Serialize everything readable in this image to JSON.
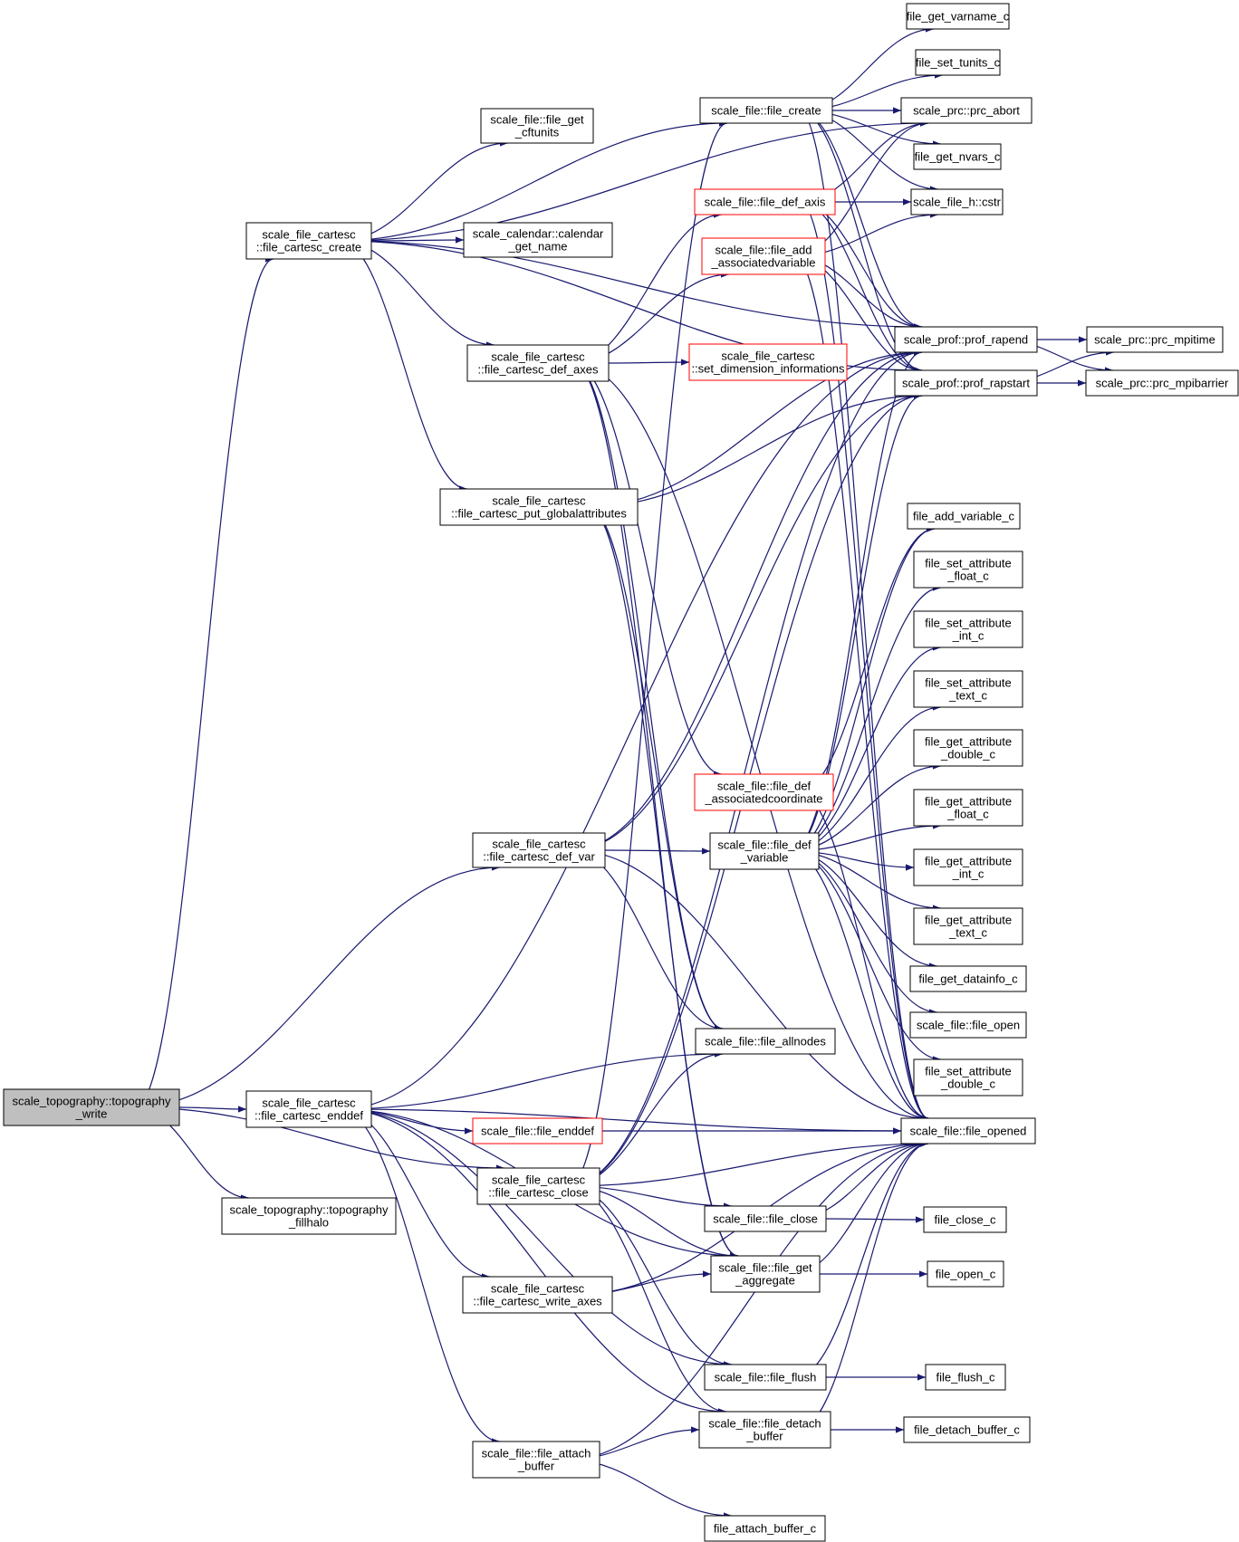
{
  "colors": {
    "edge": "#191970",
    "node_border": "#000000",
    "node_border_red": "#ff0000",
    "root_fill": "#bfbfbf",
    "node_fill": "#ffffff"
  },
  "nodes": [
    {
      "id": "root",
      "lines": [
        "scale_topography::topography",
        "_write"
      ],
      "style": "root"
    },
    {
      "id": "fc_create",
      "lines": [
        "scale_file_cartesc",
        "::file_cartesc_create"
      ]
    },
    {
      "id": "fc_enddef",
      "lines": [
        "scale_file_cartesc",
        "::file_cartesc_enddef"
      ]
    },
    {
      "id": "topo_fillhalo",
      "lines": [
        "scale_topography::topography",
        "_fillhalo"
      ]
    },
    {
      "id": "cftunits",
      "lines": [
        "scale_file::file_get",
        "_cftunits"
      ]
    },
    {
      "id": "cal_name",
      "lines": [
        "scale_calendar::calendar",
        "_get_name"
      ]
    },
    {
      "id": "def_axes",
      "lines": [
        "scale_file_cartesc",
        "::file_cartesc_def_axes"
      ]
    },
    {
      "id": "put_global",
      "lines": [
        "scale_file_cartesc",
        "::file_cartesc_put_globalattributes"
      ]
    },
    {
      "id": "def_var",
      "lines": [
        "scale_file_cartesc",
        "::file_cartesc_def_var"
      ]
    },
    {
      "id": "fc_close",
      "lines": [
        "scale_file_cartesc",
        "::file_cartesc_close"
      ]
    },
    {
      "id": "write_axes",
      "lines": [
        "scale_file_cartesc",
        "::file_cartesc_write_axes"
      ]
    },
    {
      "id": "attach_buffer",
      "lines": [
        "scale_file::file_attach",
        "_buffer"
      ]
    },
    {
      "id": "file_create",
      "lines": [
        "scale_file::file_create"
      ]
    },
    {
      "id": "def_axis",
      "lines": [
        "scale_file::file_def_axis"
      ],
      "style": "red"
    },
    {
      "id": "add_assoc",
      "lines": [
        "scale_file::file_add",
        "_associatedvariable"
      ],
      "style": "red"
    },
    {
      "id": "set_dim",
      "lines": [
        "scale_file_cartesc",
        "::set_dimension_informations"
      ],
      "style": "red"
    },
    {
      "id": "def_assoc_coord",
      "lines": [
        "scale_file::file_def",
        "_associatedcoordinate"
      ],
      "style": "red"
    },
    {
      "id": "def_variable",
      "lines": [
        "scale_file::file_def",
        "_variable"
      ]
    },
    {
      "id": "allnodes",
      "lines": [
        "scale_file::file_allnodes"
      ]
    },
    {
      "id": "file_enddef",
      "lines": [
        "scale_file::file_enddef"
      ],
      "style": "red"
    },
    {
      "id": "file_close",
      "lines": [
        "scale_file::file_close"
      ]
    },
    {
      "id": "get_aggregate",
      "lines": [
        "scale_file::file_get",
        "_aggregate"
      ]
    },
    {
      "id": "file_flush",
      "lines": [
        "scale_file::file_flush"
      ]
    },
    {
      "id": "detach_buffer",
      "lines": [
        "scale_file::file_detach",
        "_buffer"
      ]
    },
    {
      "id": "attach_buffer_c",
      "lines": [
        "file_attach_buffer_c"
      ]
    },
    {
      "id": "get_varname_c",
      "lines": [
        "file_get_varname_c"
      ]
    },
    {
      "id": "set_tunits_c",
      "lines": [
        "file_set_tunits_c"
      ]
    },
    {
      "id": "prc_abort",
      "lines": [
        "scale_prc::prc_abort"
      ]
    },
    {
      "id": "get_nvars_c",
      "lines": [
        "file_get_nvars_c"
      ]
    },
    {
      "id": "cstr",
      "lines": [
        "scale_file_h::cstr"
      ]
    },
    {
      "id": "prof_rapend",
      "lines": [
        "scale_prof::prof_rapend"
      ]
    },
    {
      "id": "prof_rapstart",
      "lines": [
        "scale_prof::prof_rapstart"
      ]
    },
    {
      "id": "add_variable_c",
      "lines": [
        "file_add_variable_c"
      ]
    },
    {
      "id": "set_attr_float_c",
      "lines": [
        "file_set_attribute",
        "_float_c"
      ]
    },
    {
      "id": "set_attr_int_c",
      "lines": [
        "file_set_attribute",
        "_int_c"
      ]
    },
    {
      "id": "set_attr_text_c",
      "lines": [
        "file_set_attribute",
        "_text_c"
      ]
    },
    {
      "id": "get_attr_double_c",
      "lines": [
        "file_get_attribute",
        "_double_c"
      ]
    },
    {
      "id": "get_attr_float_c",
      "lines": [
        "file_get_attribute",
        "_float_c"
      ]
    },
    {
      "id": "get_attr_int_c",
      "lines": [
        "file_get_attribute",
        "_int_c"
      ]
    },
    {
      "id": "get_attr_text_c",
      "lines": [
        "file_get_attribute",
        "_text_c"
      ]
    },
    {
      "id": "get_datainfo_c",
      "lines": [
        "file_get_datainfo_c"
      ]
    },
    {
      "id": "file_open",
      "lines": [
        "scale_file::file_open"
      ]
    },
    {
      "id": "set_attr_double_c",
      "lines": [
        "file_set_attribute",
        "_double_c"
      ]
    },
    {
      "id": "file_opened",
      "lines": [
        "scale_file::file_opened"
      ]
    },
    {
      "id": "close_c",
      "lines": [
        "file_close_c"
      ]
    },
    {
      "id": "open_c",
      "lines": [
        "file_open_c"
      ]
    },
    {
      "id": "flush_c",
      "lines": [
        "file_flush_c"
      ]
    },
    {
      "id": "detach_buffer_c",
      "lines": [
        "file_detach_buffer_c"
      ]
    },
    {
      "id": "prc_mpitime",
      "lines": [
        "scale_prc::prc_mpitime"
      ]
    },
    {
      "id": "prc_mpibarrier",
      "lines": [
        "scale_prc::prc_mpibarrier"
      ]
    }
  ],
  "edges": [
    [
      "root",
      "fc_create"
    ],
    [
      "root",
      "def_var"
    ],
    [
      "root",
      "fc_enddef"
    ],
    [
      "root",
      "fc_close"
    ],
    [
      "root",
      "topo_fillhalo"
    ],
    [
      "fc_create",
      "cftunits"
    ],
    [
      "fc_create",
      "cal_name"
    ],
    [
      "fc_create",
      "def_axes"
    ],
    [
      "fc_create",
      "put_global"
    ],
    [
      "fc_create",
      "file_create"
    ],
    [
      "fc_create",
      "prc_abort"
    ],
    [
      "fc_create",
      "prof_rapend"
    ],
    [
      "fc_create",
      "prof_rapstart"
    ],
    [
      "def_axes",
      "def_axis"
    ],
    [
      "def_axes",
      "add_assoc"
    ],
    [
      "def_axes",
      "set_dim"
    ],
    [
      "def_axes",
      "def_assoc_coord"
    ],
    [
      "def_axes",
      "allnodes"
    ],
    [
      "def_axes",
      "file_opened"
    ],
    [
      "def_axes",
      "get_aggregate"
    ],
    [
      "put_global",
      "prof_rapend"
    ],
    [
      "put_global",
      "prof_rapstart"
    ],
    [
      "put_global",
      "allnodes"
    ],
    [
      "put_global",
      "get_aggregate"
    ],
    [
      "def_var",
      "def_variable"
    ],
    [
      "def_var",
      "prof_rapend"
    ],
    [
      "def_var",
      "prof_rapstart"
    ],
    [
      "def_var",
      "allnodes"
    ],
    [
      "def_var",
      "file_opened"
    ],
    [
      "fc_enddef",
      "prof_rapend"
    ],
    [
      "fc_enddef",
      "allnodes"
    ],
    [
      "fc_enddef",
      "file_opened"
    ],
    [
      "fc_enddef",
      "file_enddef"
    ],
    [
      "fc_enddef",
      "get_aggregate"
    ],
    [
      "fc_enddef",
      "write_axes"
    ],
    [
      "fc_enddef",
      "file_flush"
    ],
    [
      "fc_enddef",
      "attach_buffer"
    ],
    [
      "fc_enddef",
      "detach_buffer"
    ],
    [
      "fc_close",
      "file_create"
    ],
    [
      "fc_close",
      "allnodes"
    ],
    [
      "fc_close",
      "file_opened"
    ],
    [
      "fc_close",
      "file_close"
    ],
    [
      "fc_close",
      "get_aggregate"
    ],
    [
      "fc_close",
      "file_flush"
    ],
    [
      "fc_close",
      "detach_buffer"
    ],
    [
      "fc_close",
      "prof_rapend"
    ],
    [
      "fc_close",
      "prof_rapstart"
    ],
    [
      "write_axes",
      "get_aggregate"
    ],
    [
      "write_axes",
      "file_opened"
    ],
    [
      "attach_buffer",
      "detach_buffer"
    ],
    [
      "attach_buffer",
      "attach_buffer_c"
    ],
    [
      "attach_buffer",
      "file_opened"
    ],
    [
      "file_create",
      "get_varname_c"
    ],
    [
      "file_create",
      "set_tunits_c"
    ],
    [
      "file_create",
      "prc_abort"
    ],
    [
      "file_create",
      "get_nvars_c"
    ],
    [
      "file_create",
      "cstr"
    ],
    [
      "file_create",
      "prof_rapend"
    ],
    [
      "file_create",
      "prof_rapstart"
    ],
    [
      "file_create",
      "file_opened"
    ],
    [
      "def_axis",
      "prc_abort"
    ],
    [
      "def_axis",
      "cstr"
    ],
    [
      "def_axis",
      "prof_rapend"
    ],
    [
      "def_axis",
      "prof_rapstart"
    ],
    [
      "def_axis",
      "file_opened"
    ],
    [
      "add_assoc",
      "prc_abort"
    ],
    [
      "add_assoc",
      "cstr"
    ],
    [
      "add_assoc",
      "prof_rapend"
    ],
    [
      "add_assoc",
      "prof_rapstart"
    ],
    [
      "add_assoc",
      "file_opened"
    ],
    [
      "def_assoc_coord",
      "add_variable_c"
    ],
    [
      "def_assoc_coord",
      "file_opened"
    ],
    [
      "def_variable",
      "prof_rapend"
    ],
    [
      "def_variable",
      "prof_rapstart"
    ],
    [
      "def_variable",
      "add_variable_c"
    ],
    [
      "def_variable",
      "set_attr_float_c"
    ],
    [
      "def_variable",
      "set_attr_int_c"
    ],
    [
      "def_variable",
      "set_attr_text_c"
    ],
    [
      "def_variable",
      "get_attr_double_c"
    ],
    [
      "def_variable",
      "get_attr_float_c"
    ],
    [
      "def_variable",
      "get_attr_int_c"
    ],
    [
      "def_variable",
      "get_attr_text_c"
    ],
    [
      "def_variable",
      "get_datainfo_c"
    ],
    [
      "def_variable",
      "file_open"
    ],
    [
      "def_variable",
      "set_attr_double_c"
    ],
    [
      "def_variable",
      "file_opened"
    ],
    [
      "file_enddef",
      "file_opened"
    ],
    [
      "file_close",
      "close_c"
    ],
    [
      "file_close",
      "file_opened"
    ],
    [
      "get_aggregate",
      "open_c"
    ],
    [
      "get_aggregate",
      "file_opened"
    ],
    [
      "file_flush",
      "flush_c"
    ],
    [
      "file_flush",
      "file_opened"
    ],
    [
      "detach_buffer",
      "detach_buffer_c"
    ],
    [
      "detach_buffer",
      "file_opened"
    ],
    [
      "prof_rapend",
      "prc_mpitime"
    ],
    [
      "prof_rapend",
      "prc_mpibarrier"
    ],
    [
      "prof_rapstart",
      "prc_mpitime"
    ],
    [
      "prof_rapstart",
      "prc_mpibarrier"
    ]
  ]
}
